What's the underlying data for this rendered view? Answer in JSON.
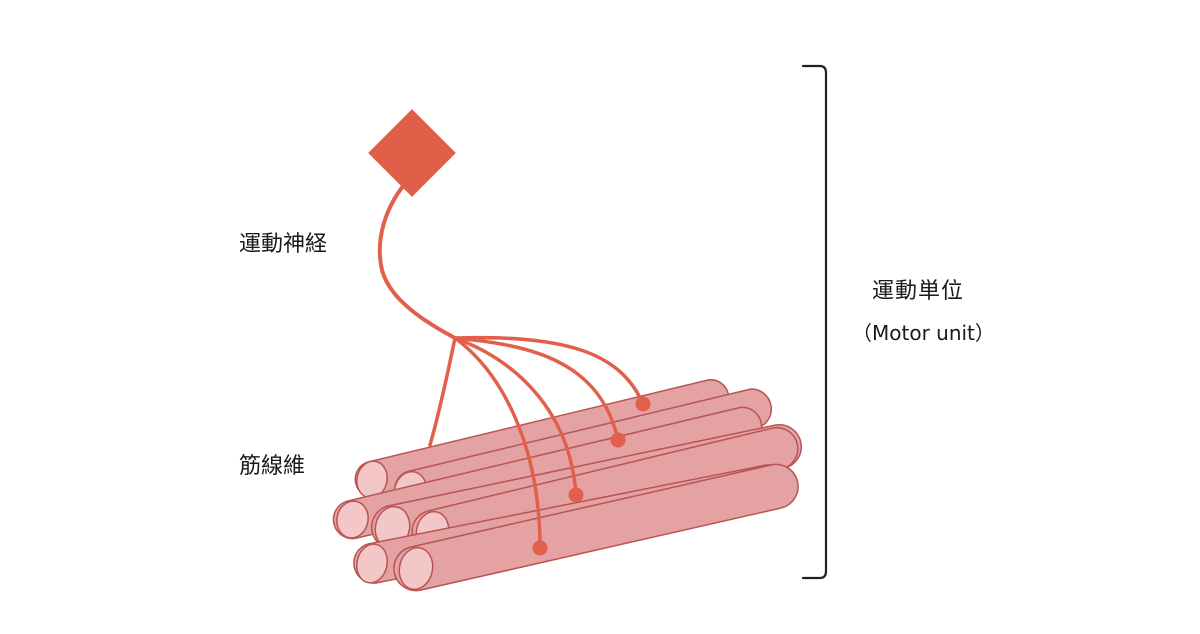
{
  "labels": {
    "motor_nerve": "運動神経",
    "muscle_fiber": "筋線維",
    "motor_unit": "運動単位",
    "motor_unit_en": "（Motor unit）"
  },
  "colors": {
    "neuron": "#DF5F48",
    "nerve_line": "#E2604B",
    "fiber_body": "#E4A2A2",
    "fiber_end": "#F3C7C7",
    "fiber_stroke": "#B85454",
    "bracket": "#222222"
  }
}
